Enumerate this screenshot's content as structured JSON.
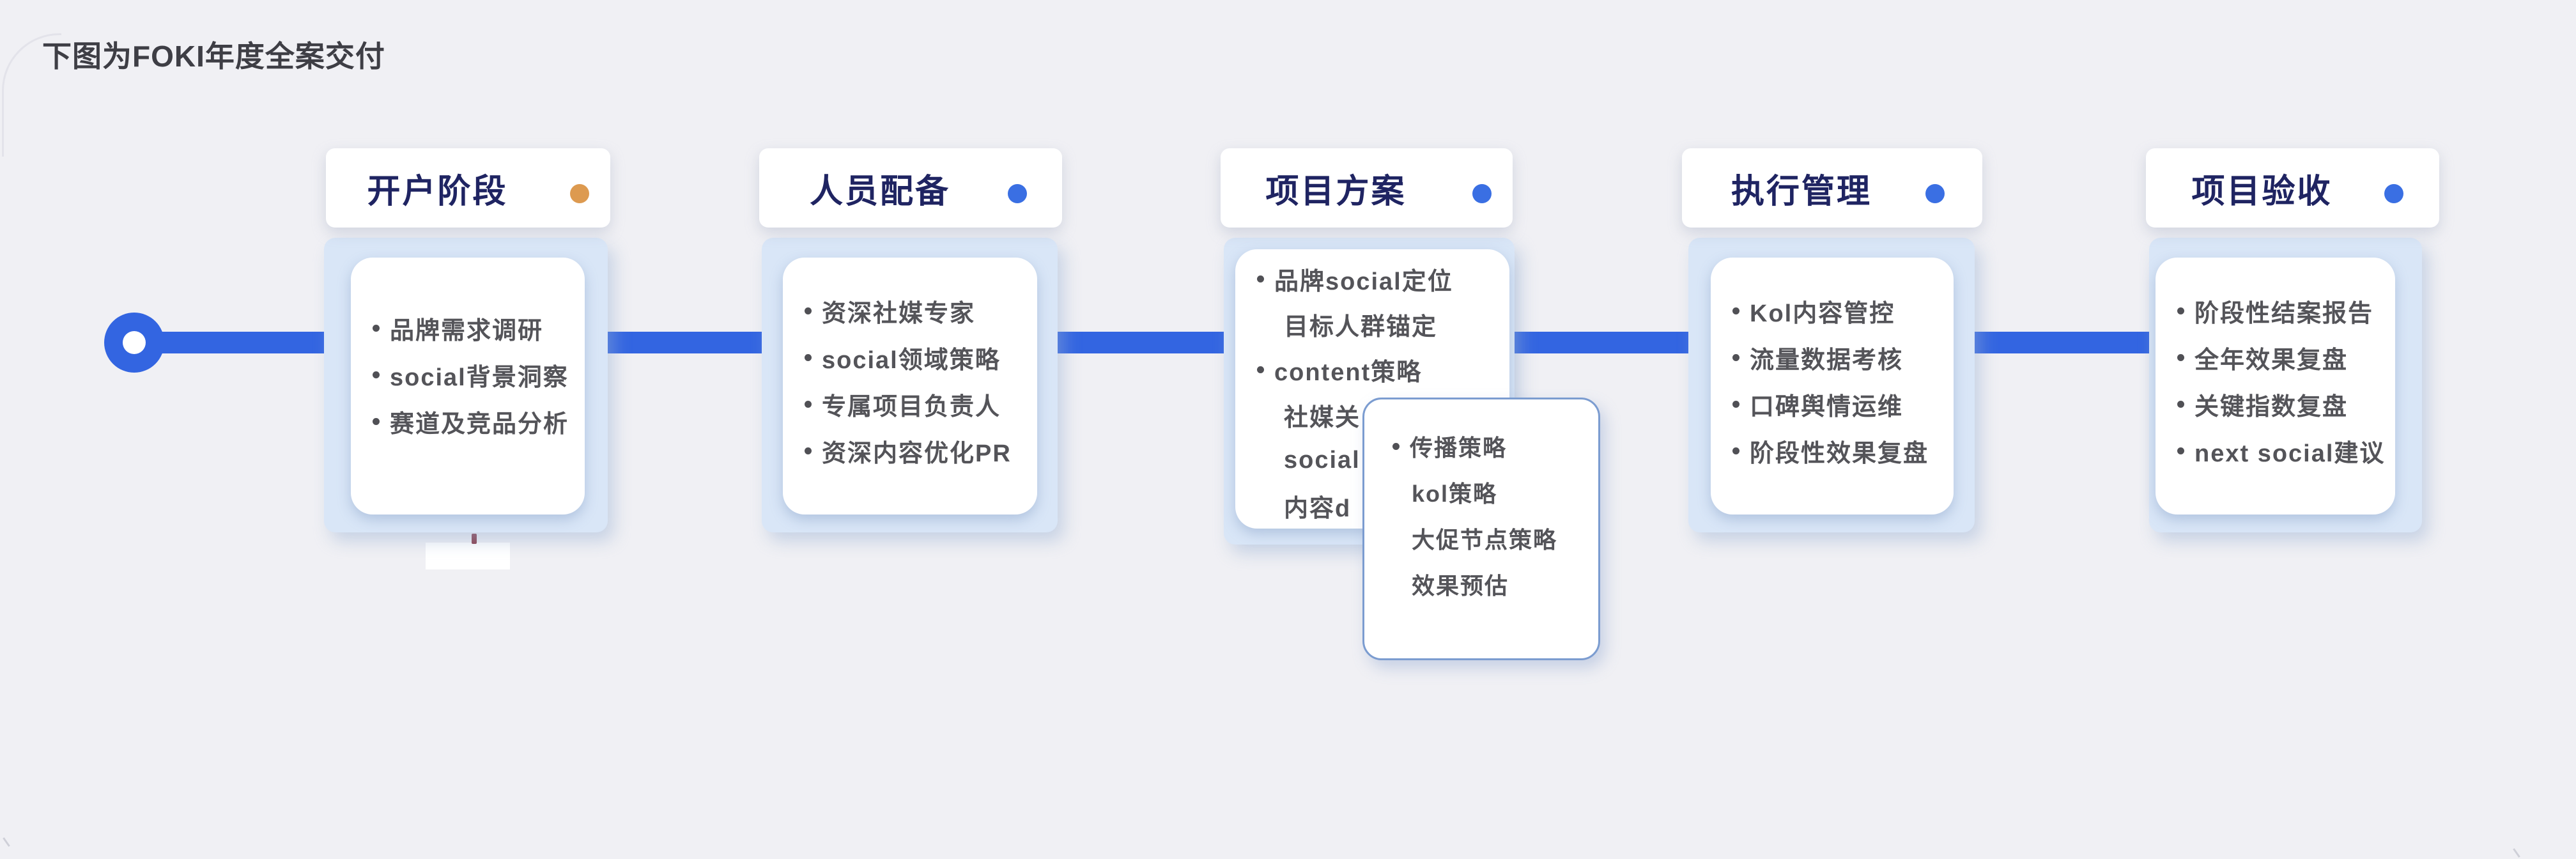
{
  "page": {
    "title": "下图为FOKI年度全案交付"
  },
  "colors": {
    "timeline_blue": "#3365e1",
    "panel_blue": "#d9e6f7",
    "header_text_navy": "#1f2462",
    "item_text_gray": "#545459",
    "stage1_dot_orange": "#dd9a50",
    "stage_dot_blue": "#3a6fe3",
    "popup_border_blue": "#7b9cd0"
  },
  "timeline": {
    "stages": [
      {
        "title": "开户阶段",
        "dot_color": "#dd9a50",
        "items": [
          {
            "text": "品牌需求调研",
            "bullet": true
          },
          {
            "text": "social背景洞察",
            "bullet": true
          },
          {
            "text": "赛道及竞品分析",
            "bullet": true
          }
        ]
      },
      {
        "title": "人员配备",
        "dot_color": "#3a6fe3",
        "items": [
          {
            "text": "资深社媒专家",
            "bullet": true
          },
          {
            "text": "social领域策略",
            "bullet": true
          },
          {
            "text": "专属项目负责人",
            "bullet": true
          },
          {
            "text": "资深内容优化PR",
            "bullet": true
          }
        ]
      },
      {
        "title": "项目方案",
        "dot_color": "#3a6fe3",
        "items": [
          {
            "text": "品牌social定位",
            "bullet": true
          },
          {
            "text": "目标人群锚定",
            "bullet": false
          },
          {
            "text": "content策略",
            "bullet": true
          },
          {
            "text": "社媒关",
            "bullet": false
          },
          {
            "text": "social",
            "bullet": false
          },
          {
            "text": "内容d",
            "bullet": false
          }
        ]
      },
      {
        "title": "执行管理",
        "dot_color": "#3a6fe3",
        "items": [
          {
            "text": "Kol内容管控",
            "bullet": true
          },
          {
            "text": "流量数据考核",
            "bullet": true
          },
          {
            "text": "口碑舆情运维",
            "bullet": true
          },
          {
            "text": "阶段性效果复盘",
            "bullet": true
          }
        ]
      },
      {
        "title": "项目验收",
        "dot_color": "#3a6fe3",
        "items": [
          {
            "text": "阶段性结案报告",
            "bullet": true
          },
          {
            "text": "全年效果复盘",
            "bullet": true
          },
          {
            "text": "关键指数复盘",
            "bullet": true
          },
          {
            "text": "next social建议",
            "bullet": true
          }
        ]
      }
    ]
  },
  "popup": {
    "items": [
      {
        "text": "传播策略",
        "bullet": true
      },
      {
        "text": "kol策略",
        "bullet": false
      },
      {
        "text": "大促节点策略",
        "bullet": false
      },
      {
        "text": "效果预估",
        "bullet": false
      }
    ]
  }
}
